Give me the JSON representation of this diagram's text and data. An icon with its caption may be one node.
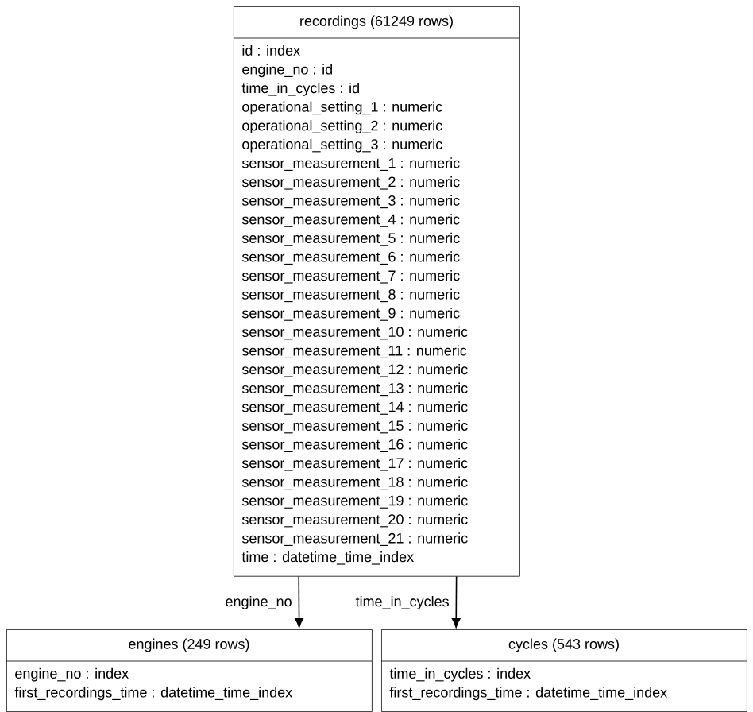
{
  "diagram": {
    "nodes": [
      {
        "text": [
          "recordings (61249 rows)",
          "id : index",
          "engine_no : id",
          "time_in_cycles : id",
          "operational_setting_1 : numeric",
          "operational_setting_2 : numeric",
          "operational_setting_3 : numeric",
          "sensor_measurement_1 : numeric",
          "sensor_measurement_2 : numeric",
          "sensor_measurement_3 : numeric",
          "sensor_measurement_4 : numeric",
          "sensor_measurement_5 : numeric",
          "sensor_measurement_6 : numeric",
          "sensor_measurement_7 : numeric",
          "sensor_measurement_8 : numeric",
          "sensor_measurement_9 : numeric",
          "sensor_measurement_10 : numeric",
          "sensor_measurement_11 : numeric",
          "sensor_measurement_12 : numeric",
          "sensor_measurement_13 : numeric",
          "sensor_measurement_14 : numeric",
          "sensor_measurement_15 : numeric",
          "sensor_measurement_16 : numeric",
          "sensor_measurement_17 : numeric",
          "sensor_measurement_18 : numeric",
          "sensor_measurement_19 : numeric",
          "sensor_measurement_20 : numeric",
          "sensor_measurement_21 : numeric",
          "time : datetime_time_index"
        ]
      },
      {
        "text": [
          "engines (249 rows)",
          "engine_no : index",
          "first_recordings_time : datetime_time_index"
        ]
      },
      {
        "text": [
          "cycles (543 rows)",
          "time_in_cycles : index",
          "first_recordings_time : datetime_time_index"
        ]
      }
    ],
    "edges": [
      {
        "from": 0,
        "to": 1,
        "arrow": "to",
        "label": "engine_no"
      },
      {
        "from": 0,
        "to": 2,
        "arrow": "to",
        "label": "time_in_cycles"
      }
    ]
  }
}
